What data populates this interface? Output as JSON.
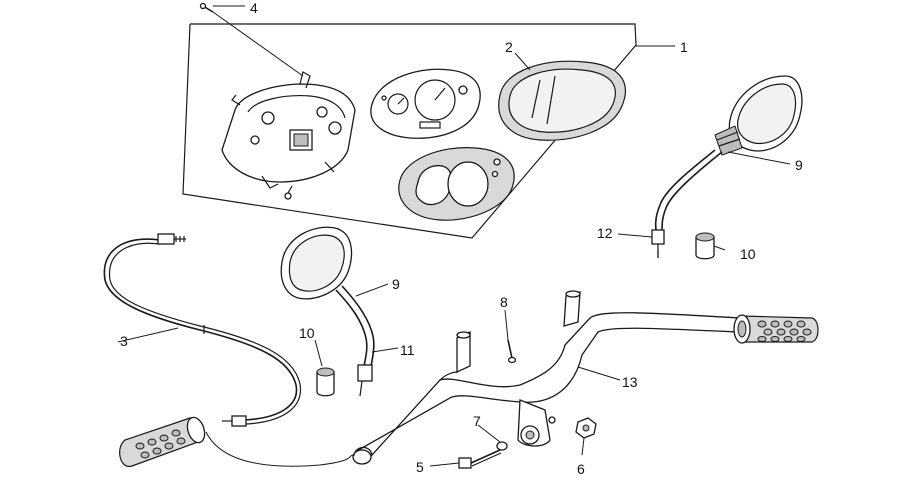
{
  "callouts": [
    {
      "id": "c1",
      "text": "1"
    },
    {
      "id": "c2",
      "text": "2"
    },
    {
      "id": "c3",
      "text": "3"
    },
    {
      "id": "c4",
      "text": "4"
    },
    {
      "id": "c5",
      "text": "5"
    },
    {
      "id": "c6",
      "text": "6"
    },
    {
      "id": "c7",
      "text": "7"
    },
    {
      "id": "c8",
      "text": "8"
    },
    {
      "id": "c9a",
      "text": "9"
    },
    {
      "id": "c9b",
      "text": "9"
    },
    {
      "id": "c10a",
      "text": "10"
    },
    {
      "id": "c10b",
      "text": "10"
    },
    {
      "id": "c11",
      "text": "11"
    },
    {
      "id": "c12",
      "text": "12"
    },
    {
      "id": "c13",
      "text": "13"
    }
  ]
}
